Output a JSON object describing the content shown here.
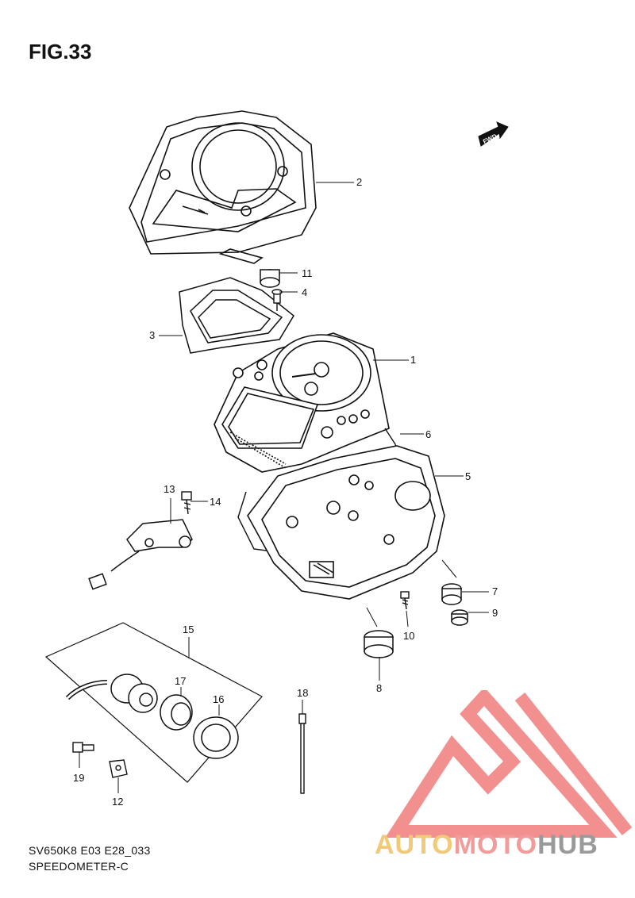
{
  "figure": {
    "title": "FIG.33"
  },
  "orientation": {
    "arrow_label": "FWD"
  },
  "callouts": [
    "1",
    "2",
    "3",
    "4",
    "5",
    "6",
    "7",
    "8",
    "9",
    "10",
    "11",
    "12",
    "13",
    "14",
    "15",
    "16",
    "17",
    "18",
    "19"
  ],
  "caption": {
    "code": "SV650K8 E03 E28_033",
    "name": "SPEEDOMETER-C"
  },
  "watermark": {
    "part1": "AUTO",
    "part2": "MOTO",
    "part3": "HUB",
    "colors": {
      "auto": "#f2c879",
      "moto": "#f39a9a",
      "hub": "#9a9a9a",
      "logo": "#f07d7d"
    }
  }
}
